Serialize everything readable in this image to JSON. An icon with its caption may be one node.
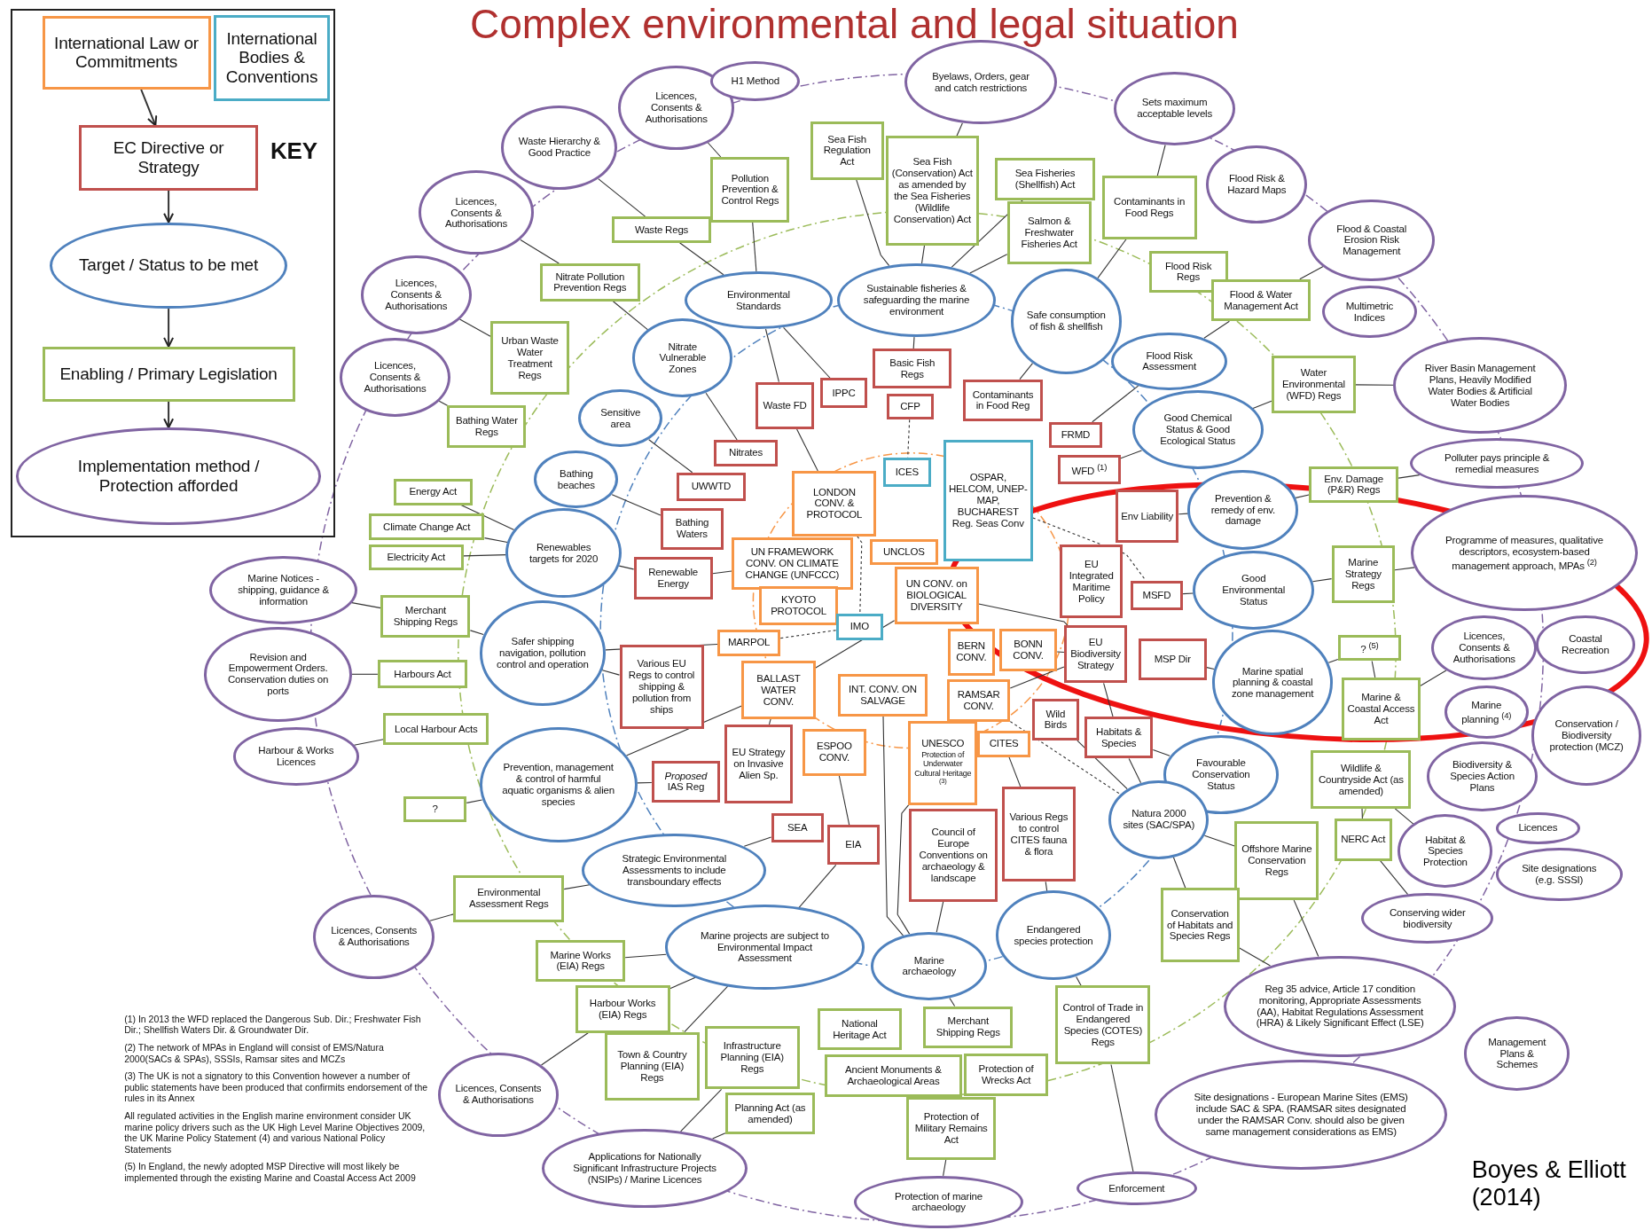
{
  "diagram": {
    "title": "Complex environmental and legal situation",
    "nodes": [
      {
        "text": [
          "KEY"
        ]
      },
      {
        "text": [
          "International Law or Commitments"
        ],
        "in": 0
      },
      {
        "text": [
          "International Bodies & Conventions"
        ],
        "in": 0
      },
      {
        "text": [
          "EC Directive or Strategy"
        ],
        "in": 0
      },
      {
        "text": [
          "Target / Status to be met"
        ],
        "in": 0
      },
      {
        "text": [
          "Enabling / Primary Legislation"
        ],
        "in": 0
      },
      {
        "text": [
          "Implementation method / Protection afforded"
        ],
        "in": 0
      },
      {
        "text": [
          "Licences, Consents & Authorisations"
        ]
      },
      {
        "text": [
          "H1 Method"
        ]
      },
      {
        "text": [
          "Byelaws, Orders, gear and catch restrictions"
        ]
      },
      {
        "text": [
          "Sets maximum acceptable levels"
        ]
      },
      {
        "text": [
          "Waste Hierarchy & Good Practice"
        ]
      },
      {
        "text": [
          "Sea Fish Regulation Act"
        ]
      },
      {
        "text": [
          "Sea Fish (Conservation) Act as amended by the Sea Fisheries (Wildlife Conservation) Act"
        ]
      },
      {
        "text": [
          "Pollution Prevention & Control Regs"
        ]
      },
      {
        "text": [
          "Sea Fisheries (Shellfish) Act"
        ]
      },
      {
        "text": [
          "Contaminants in Food Regs"
        ]
      },
      {
        "text": [
          "Flood Risk & Hazard Maps"
        ]
      },
      {
        "text": [
          "Licences, Consents & Authorisations"
        ]
      },
      {
        "text": [
          "Waste Regs"
        ]
      },
      {
        "text": [
          "Salmon & Freshwater Fisheries Act"
        ]
      },
      {
        "text": [
          "Flood & Coastal Erosion Risk Management"
        ]
      },
      {
        "text": [
          "Licences, Consents & Authorisations"
        ]
      },
      {
        "text": [
          "Nitrate Pollution Prevention Regs"
        ]
      },
      {
        "text": [
          "Environmental Standards"
        ]
      },
      {
        "text": [
          "Sustainable fisheries & safeguarding the marine environment"
        ]
      },
      {
        "text": [
          "Safe consumption of fish & shellfish"
        ]
      },
      {
        "text": [
          "Flood Risk Regs"
        ]
      },
      {
        "text": [
          "Flood & Water Management Act"
        ]
      },
      {
        "text": [
          "Multimetric Indices"
        ]
      },
      {
        "text": [
          "Licences, Consents & Authorisations"
        ]
      },
      {
        "text": [
          "Urban Waste Water Treatment Regs"
        ]
      },
      {
        "text": [
          "Nitrate Vulnerable Zones"
        ]
      },
      {
        "text": [
          "Basic Fish Regs"
        ]
      },
      {
        "text": [
          "Flood Risk Assessment"
        ]
      },
      {
        "text": [
          "River Basin Management Plans, Heavily Modified Water Bodies & Artificial Water Bodies"
        ]
      },
      {
        "text": [
          "Water Environmental (WFD) Regs"
        ]
      },
      {
        "text": [
          "Sensitive area"
        ]
      },
      {
        "text": [
          "Waste FD"
        ]
      },
      {
        "text": [
          "IPPC"
        ]
      },
      {
        "text": [
          "CFP"
        ]
      },
      {
        "text": [
          "Contaminants in Food Reg"
        ]
      },
      {
        "text": [
          "Bathing Water Regs"
        ]
      },
      {
        "text": [
          "Good Chemical Status & Good Ecological Status"
        ]
      },
      {
        "text": [
          "FRMD"
        ]
      },
      {
        "text": [
          "Polluter pays principle & remedial measures"
        ]
      },
      {
        "text": [
          "Nitrates"
        ]
      },
      {
        "text": [
          "ICES"
        ]
      },
      {
        "text": [
          "OSPAR, HELCOM, UNEP-MAP, BUCHAREST Reg. Seas Conv"
        ]
      },
      {
        "text": [
          "WFD $^{(1)}$"
        ]
      },
      {
        "text": [
          "Bathing beaches"
        ]
      },
      {
        "text": [
          "UWWTD"
        ]
      },
      {
        "text": [
          "LONDON CONV. & PROTOCOL"
        ]
      },
      {
        "text": [
          "Env. Damage (P&R) Regs"
        ]
      },
      {
        "text": [
          "Energy Act"
        ]
      },
      {
        "text": [
          "Env Liability"
        ]
      },
      {
        "text": [
          "Prevention & remedy of env. damage"
        ]
      },
      {
        "text": [
          "Climate Change Act"
        ]
      },
      {
        "text": [
          "Bathing Waters"
        ]
      },
      {
        "text": [
          "Renewables targets for 2020"
        ]
      },
      {
        "text": [
          "Programme of measures, qualitative descriptors, ecosystem-based management approach, MPAs $^{(2)}$"
        ]
      },
      {
        "text": [
          "UNCLOS"
        ]
      },
      {
        "text": [
          "Electricity Act"
        ]
      },
      {
        "text": [
          "UN FRAMEWORK CONV. ON CLIMATE CHANGE (UNFCCC)"
        ]
      },
      {
        "text": [
          "Marine Notices - shipping, guidance & information"
        ]
      },
      {
        "text": [
          "EU Integrated Maritime Policy"
        ]
      },
      {
        "text": [
          "Good Environmental Status"
        ]
      },
      {
        "text": [
          "Marine Strategy Regs"
        ]
      },
      {
        "text": [
          "Renewable Energy"
        ]
      },
      {
        "text": [
          "UN CONV. on BIOLOGICAL DIVERSITY"
        ]
      },
      {
        "text": [
          "MSFD"
        ]
      },
      {
        "text": [
          "KYOTO PROTOCOL"
        ]
      },
      {
        "text": [
          "Merchant Shipping Regs"
        ]
      },
      {
        "text": [
          "Safer shipping navigation, pollution control and operation"
        ]
      },
      {
        "text": [
          "IMO"
        ]
      },
      {
        "text": [
          "MARPOL"
        ]
      },
      {
        "text": [
          "? $^{(5)}$"
        ]
      },
      {
        "text": [
          "Licences, Consents & Authorisations"
        ]
      },
      {
        "text": [
          "Coastal Recreation"
        ]
      },
      {
        "text": [
          "BERN CONV."
        ]
      },
      {
        "text": [
          "BONN CONV."
        ]
      },
      {
        "text": [
          "EU Biodiversity Strategy"
        ]
      },
      {
        "text": [
          "MSP Dir"
        ]
      },
      {
        "text": [
          "Marine spatial planning & coastal zone management"
        ]
      },
      {
        "text": [
          "Revision and Empowerment Orders. Conservation duties on ports"
        ]
      },
      {
        "text": [
          "Various EU Regs to control shipping & pollution from ships"
        ]
      },
      {
        "text": [
          "Harbours Act"
        ]
      },
      {
        "text": [
          "BALLAST WATER CONV."
        ]
      },
      {
        "text": [
          "INT. CONV. ON SALVAGE"
        ]
      },
      {
        "text": [
          "RAMSAR CONV."
        ]
      },
      {
        "text": [
          "Wild Birds"
        ]
      },
      {
        "text": [
          "Marine planning $^{(4)}$"
        ]
      },
      {
        "text": [
          "Conservation / Biodiversity protection (MCZ)"
        ]
      },
      {
        "text": [
          "Marine & Coastal Access Act"
        ]
      },
      {
        "text": [
          "Local Harbour Acts"
        ]
      },
      {
        "text": [
          "Harbour & Works Licences"
        ]
      },
      {
        "text": [
          "Habitats & Species"
        ]
      },
      {
        "text": [
          "ESPOO CONV."
        ]
      },
      {
        "text": [
          "UNESCO",
          "Protection of Underwater Cultural Heritage $^{(3)}$"
        ]
      },
      {
        "text": [
          "CITES"
        ]
      },
      {
        "text": [
          "EU Strategy on Invasive Alien Sp."
        ]
      },
      {
        "text": [
          "*Proposed* IAS Reg"
        ]
      },
      {
        "text": [
          "Prevention, management & control of harmful aquatic organisms & alien species"
        ]
      },
      {
        "text": [
          "Favourable Conservation Status"
        ]
      },
      {
        "text": [
          "Wildlife & Countryside Act (as amended)"
        ]
      },
      {
        "text": [
          "Biodiversity & Species Action Plans"
        ]
      },
      {
        "text": [
          "?"
        ]
      },
      {
        "text": [
          "Various Regs to control CITES fauna & flora"
        ]
      },
      {
        "text": [
          "Natura 2000 sites (SAC/SPA)"
        ]
      },
      {
        "text": [
          "SEA"
        ]
      },
      {
        "text": [
          "Council of Europe Conventions on archaeology & landscape"
        ]
      },
      {
        "text": [
          "Habitat & Species Protection"
        ]
      },
      {
        "text": [
          "Licences"
        ]
      },
      {
        "text": [
          "EIA"
        ]
      },
      {
        "text": [
          "NERC Act"
        ]
      },
      {
        "text": [
          "Site designations (e.g. SSSI)"
        ]
      },
      {
        "text": [
          "Offshore Marine Conservation Regs"
        ]
      },
      {
        "text": [
          "Strategic Environmental Assessments to include transboundary effects"
        ]
      },
      {
        "text": [
          "Environmental Assessment Regs"
        ]
      },
      {
        "text": [
          "Conserving wider biodiversity"
        ]
      },
      {
        "text": [
          "Endangered species protection"
        ]
      },
      {
        "text": [
          "Conservation of Habitats and Species Regs"
        ]
      },
      {
        "text": [
          "Licences, Consents & Authorisations"
        ]
      },
      {
        "text": [
          "Marine projects are subject to Environmental Impact Assessment"
        ]
      },
      {
        "text": [
          "Marine archaeology"
        ]
      },
      {
        "text": [
          "Marine Works (EIA) Regs"
        ]
      },
      {
        "text": [
          "Reg 35 advice, Article 17 condition monitoring, Appropriate Assessments (AA), Habitat Regulations Assessment (HRA) & Likely Significant Effect (LSE)"
        ]
      },
      {
        "text": [
          "Harbour Works (EIA) Regs"
        ]
      },
      {
        "text": [
          "Control of Trade in Endangered Species (COTES) Regs"
        ]
      },
      {
        "text": [
          "National Heritage Act"
        ]
      },
      {
        "text": [
          "Merchant Shipping Regs"
        ]
      },
      {
        "text": [
          "Town & Country Planning (EIA) Regs"
        ]
      },
      {
        "text": [
          "Infrastructure Planning (EIA) Regs"
        ]
      },
      {
        "text": [
          "Management Plans & Schemes"
        ]
      },
      {
        "text": [
          "Ancient Monuments & Archaeological Areas"
        ]
      },
      {
        "text": [
          "Protection of Wrecks Act"
        ]
      },
      {
        "text": [
          "Licences, Consents & Authorisations"
        ]
      },
      {
        "text": [
          "Site designations - European Marine Sites (EMS) include SAC & SPA. (RAMSAR sites designated under the RAMSAR Conv. should also be given same management considerations as EMS)"
        ]
      },
      {
        "text": [
          "Planning Act (as amended)"
        ]
      },
      {
        "text": [
          "Protection of Military Remains Act"
        ]
      },
      {
        "text": [
          "Enforcement"
        ]
      },
      {
        "text": [
          "Applications for Nationally Significant Infrastructure Projects (NSIPs) / Marine Licences"
        ]
      },
      {
        "text": [
          "Protection of marine archaeology"
        ]
      }
    ],
    "edges": [
      {
        "from": 1,
        "to": 3,
        "arrow": "to"
      },
      {
        "from": 3,
        "to": 4,
        "arrow": "to"
      },
      {
        "from": 4,
        "to": 5,
        "arrow": "to"
      },
      {
        "from": 5,
        "to": 6,
        "arrow": "to"
      },
      {
        "from": 18,
        "to": 23,
        "arrow": "none"
      },
      {
        "from": 22,
        "to": 31,
        "arrow": "none"
      },
      {
        "from": 30,
        "to": 42,
        "arrow": "none"
      },
      {
        "from": 54,
        "to": 59,
        "arrow": "none"
      },
      {
        "from": 57,
        "to": 59,
        "arrow": "none"
      },
      {
        "from": 62,
        "to": 59,
        "arrow": "none"
      },
      {
        "from": 64,
        "to": 72,
        "arrow": "none"
      },
      {
        "from": 72,
        "to": 73,
        "arrow": "none"
      },
      {
        "from": 84,
        "to": 86,
        "arrow": "none"
      },
      {
        "from": 95,
        "to": 94,
        "arrow": "none"
      },
      {
        "from": 106,
        "to": 102,
        "arrow": "none"
      },
      {
        "from": 122,
        "to": 118,
        "arrow": "none"
      },
      {
        "from": 136,
        "to": 127,
        "arrow": "none"
      },
      {
        "from": 118,
        "to": 117,
        "arrow": "none"
      },
      {
        "from": 7,
        "to": 14,
        "arrow": "none"
      },
      {
        "from": 11,
        "to": 19,
        "arrow": "none"
      },
      {
        "from": 19,
        "to": 24,
        "arrow": "none"
      },
      {
        "from": 14,
        "to": 24,
        "arrow": "none"
      },
      {
        "from": 12,
        "to": 25,
        "arrow": "none"
      },
      {
        "from": 13,
        "to": 25,
        "arrow": "none"
      },
      {
        "from": 9,
        "to": 13,
        "arrow": "none"
      },
      {
        "from": 15,
        "to": 25,
        "arrow": "none"
      },
      {
        "from": 20,
        "to": 25,
        "arrow": "none"
      },
      {
        "from": 23,
        "to": 32,
        "arrow": "none"
      },
      {
        "from": 24,
        "to": 38,
        "arrow": "none"
      },
      {
        "from": 24,
        "to": 39,
        "arrow": "none"
      },
      {
        "from": 25,
        "to": 33,
        "arrow": "none"
      },
      {
        "from": 26,
        "to": 41,
        "arrow": "none"
      },
      {
        "from": 32,
        "to": 46,
        "arrow": "none"
      },
      {
        "from": 37,
        "to": 51,
        "arrow": "none"
      },
      {
        "from": 50,
        "to": 58,
        "arrow": "none"
      },
      {
        "from": 59,
        "to": 68,
        "arrow": "none"
      },
      {
        "from": 68,
        "to": 63,
        "arrow": "none"
      },
      {
        "from": 38,
        "to": 52,
        "arrow": "none"
      },
      {
        "from": 40,
        "to": 47,
        "arrow": "none",
        "style": "dashed"
      },
      {
        "from": 44,
        "to": 34,
        "arrow": "none"
      },
      {
        "from": 16,
        "to": 26,
        "arrow": "none"
      },
      {
        "from": 10,
        "to": 16,
        "arrow": "none"
      },
      {
        "from": 21,
        "to": 28,
        "arrow": "none"
      },
      {
        "from": 28,
        "to": 34,
        "arrow": "none"
      },
      {
        "from": 35,
        "to": 36,
        "arrow": "none"
      },
      {
        "from": 36,
        "to": 43,
        "arrow": "none"
      },
      {
        "from": 43,
        "to": 49,
        "arrow": "none"
      },
      {
        "from": 53,
        "to": 45,
        "arrow": "none"
      },
      {
        "from": 56,
        "to": 53,
        "arrow": "none"
      },
      {
        "from": 55,
        "to": 56,
        "arrow": "none"
      },
      {
        "from": 70,
        "to": 66,
        "arrow": "none"
      },
      {
        "from": 66,
        "to": 67,
        "arrow": "none"
      },
      {
        "from": 67,
        "to": 60,
        "arrow": "none"
      },
      {
        "from": 82,
        "to": 83,
        "arrow": "none"
      },
      {
        "from": 83,
        "to": 76,
        "arrow": "none"
      },
      {
        "from": 76,
        "to": 93,
        "arrow": "none"
      },
      {
        "from": 93,
        "to": 77,
        "arrow": "none"
      },
      {
        "from": 96,
        "to": 103,
        "arrow": "none"
      },
      {
        "from": 96,
        "to": 108,
        "arrow": "none"
      },
      {
        "from": 104,
        "to": 111,
        "arrow": "none"
      },
      {
        "from": 104,
        "to": 114,
        "arrow": "none"
      },
      {
        "from": 114,
        "to": 119,
        "arrow": "none"
      },
      {
        "from": 108,
        "to": 116,
        "arrow": "none"
      },
      {
        "from": 108,
        "to": 121,
        "arrow": "none"
      },
      {
        "from": 116,
        "to": 126,
        "arrow": "none"
      },
      {
        "from": 121,
        "to": 126,
        "arrow": "none"
      },
      {
        "from": 128,
        "to": 140,
        "arrow": "none"
      },
      {
        "from": 73,
        "to": 75,
        "arrow": "none"
      },
      {
        "from": 73,
        "to": 85,
        "arrow": "none"
      },
      {
        "from": 102,
        "to": 101,
        "arrow": "none"
      },
      {
        "from": 102,
        "to": 87,
        "arrow": "none"
      },
      {
        "from": 87,
        "to": 69,
        "arrow": "none"
      },
      {
        "from": 87,
        "to": 100,
        "arrow": "none"
      },
      {
        "from": 109,
        "to": 117,
        "arrow": "none"
      },
      {
        "from": 97,
        "to": 113,
        "arrow": "none"
      },
      {
        "from": 113,
        "to": 123,
        "arrow": "none"
      },
      {
        "from": 123,
        "to": 125,
        "arrow": "none"
      },
      {
        "from": 123,
        "to": 127,
        "arrow": "none"
      },
      {
        "from": 123,
        "to": 131,
        "arrow": "none"
      },
      {
        "from": 141,
        "to": 138,
        "arrow": "none"
      },
      {
        "from": 141,
        "to": 132,
        "arrow": "none"
      },
      {
        "from": 88,
        "to": 124,
        "arrow": "none"
      },
      {
        "from": 98,
        "to": 124,
        "arrow": "none"
      },
      {
        "from": 110,
        "to": 124,
        "arrow": "none"
      },
      {
        "from": 124,
        "to": 130,
        "arrow": "none"
      },
      {
        "from": 139,
        "to": 142,
        "arrow": "none"
      },
      {
        "from": 99,
        "to": 107,
        "arrow": "none"
      },
      {
        "from": 107,
        "to": 120,
        "arrow": "none"
      },
      {
        "from": 120,
        "to": 128,
        "arrow": "none"
      },
      {
        "from": 89,
        "to": 81,
        "arrow": "none"
      },
      {
        "from": 80,
        "to": 81,
        "arrow": "none"
      },
      {
        "from": 81,
        "to": 96,
        "arrow": "none"
      },
      {
        "from": 89,
        "to": 108,
        "arrow": "none",
        "style": "dashed"
      },
      {
        "from": 90,
        "to": 108,
        "arrow": "none"
      },
      {
        "from": 69,
        "to": 81,
        "arrow": "none"
      },
      {
        "from": 48,
        "to": 70,
        "arrow": "none",
        "style": "dashed"
      },
      {
        "from": 75,
        "to": 74,
        "arrow": "none",
        "style": "dashed"
      },
      {
        "from": 52,
        "to": 74,
        "arrow": "none",
        "style": "dashed"
      }
    ],
    "labels": [
      "(1) In 2013 the WFD replaced the Dangerous Sub. Dir.; Freshwater Fish Dir.; Shellfish Waters Dir. & Groundwater Dir.",
      "(2) The network of MPAs in England will consist of EMS/Natura 2000(SACs & SPAs), SSSIs, Ramsar sites and MCZs",
      "(3) The UK is not a signatory to this Convention however a number of public statements have been produced that confirmits endorsement of the rules in its Annex",
      "All regulated activities in the English marine environment consider UK marine policy drivers such as the UK High Level Marine Objectives 2009, the UK Marine Policy Statement (4) and various National Policy Statements",
      "(5) In England, the newly adopted MSP Directive will most likely be implemented through the existing Marine and Coastal Access Act 2009",
      "Boyes & Elliott (2014)"
    ]
  }
}
